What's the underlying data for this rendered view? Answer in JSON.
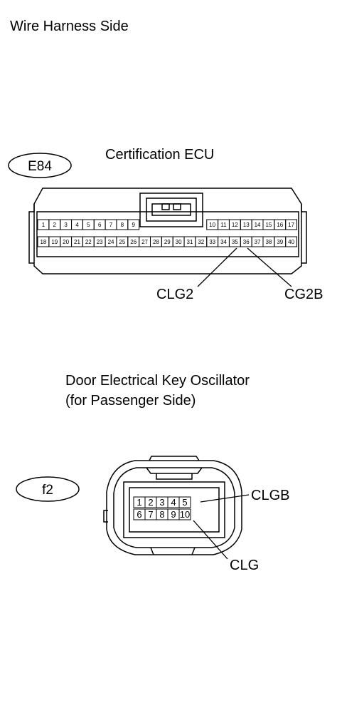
{
  "title": "Wire Harness Side",
  "ecu": {
    "code": "E84",
    "title": "Certification ECU",
    "top_row_left": [
      "1",
      "2",
      "3",
      "4",
      "5",
      "6",
      "7",
      "8",
      "9"
    ],
    "top_row_right": [
      "10",
      "11",
      "12",
      "13",
      "14",
      "15",
      "16",
      "17"
    ],
    "bottom_row": [
      "18",
      "19",
      "20",
      "21",
      "22",
      "23",
      "24",
      "25",
      "26",
      "27",
      "28",
      "29",
      "30",
      "31",
      "32",
      "33",
      "34",
      "35",
      "36",
      "37",
      "38",
      "39",
      "40"
    ],
    "callouts": [
      {
        "label": "CLG2",
        "pin": "35"
      },
      {
        "label": "CG2B",
        "pin": "36"
      }
    ]
  },
  "oscillator": {
    "code": "f2",
    "title": "Door Electrical Key Oscillator\n(for Passenger Side)",
    "top_row": [
      "1",
      "2",
      "3",
      "4",
      "5"
    ],
    "bottom_row": [
      "6",
      "7",
      "8",
      "9",
      "10"
    ],
    "callouts": [
      {
        "label": "CLGB",
        "pin": "5"
      },
      {
        "label": "CLG",
        "pin": "10"
      }
    ]
  },
  "colors": {
    "ink": "#000000",
    "background": "#ffffff"
  }
}
